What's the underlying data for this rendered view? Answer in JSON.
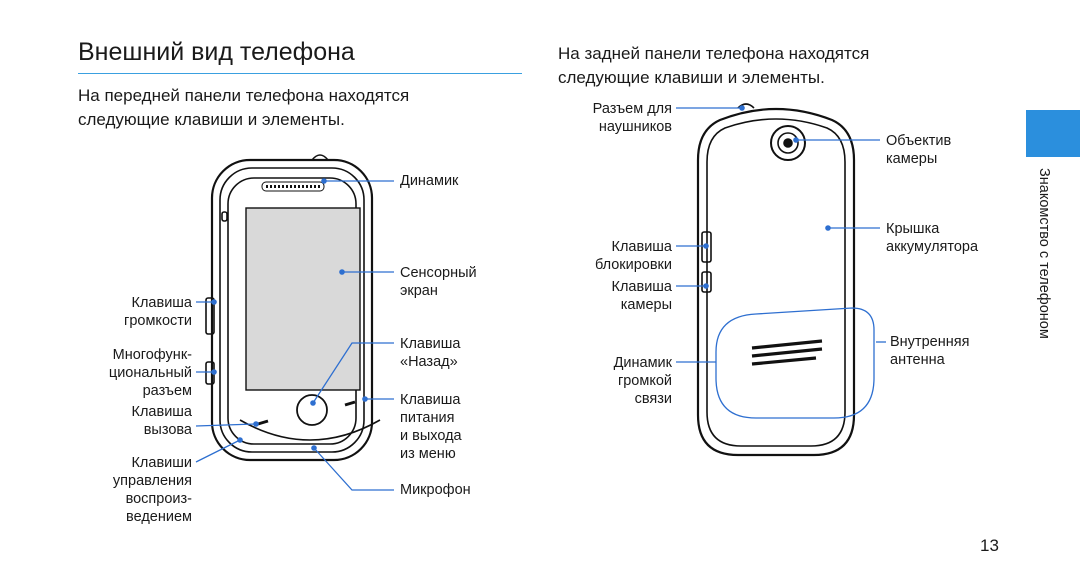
{
  "page": {
    "title": "Внешний вид телефона",
    "front_intro_1": "На передней панели телефона находятся",
    "front_intro_2": "следующие клавиши и элементы.",
    "back_intro_1": "На задней панели телефона находятся",
    "back_intro_2": "следующие клавиши и элементы.",
    "side_label": "Знакомство с телефоном",
    "page_number": "13"
  },
  "front_labels": {
    "speaker": "Динамик",
    "touchscreen_1": "Сенсорный",
    "touchscreen_2": "экран",
    "back_key_1": "Клавиша",
    "back_key_2": "«Назад»",
    "power_key_1": "Клавиша",
    "power_key_2": "питания",
    "power_key_3": "и выхода",
    "power_key_4": "из меню",
    "microphone": "Микрофон",
    "volume_key_1": "Клавиша",
    "volume_key_2": "громкости",
    "multi_port_1": "Многофунк-",
    "multi_port_2": "циональный",
    "multi_port_3": "разъем",
    "call_key_1": "Клавиша",
    "call_key_2": "вызова",
    "playback_keys_1": "Клавиши",
    "playback_keys_2": "управления",
    "playback_keys_3": "воспроиз-",
    "playback_keys_4": "ведением"
  },
  "back_labels": {
    "headset_jack_1": "Разъем для",
    "headset_jack_2": "наушников",
    "camera_lens_1": "Объектив",
    "camera_lens_2": "камеры",
    "battery_cover_1": "Крышка",
    "battery_cover_2": "аккумулятора",
    "lock_key_1": "Клавиша",
    "lock_key_2": "блокировки",
    "camera_key_1": "Клавиша",
    "camera_key_2": "камеры",
    "internal_antenna_1": "Внутренняя",
    "internal_antenna_2": "антенна",
    "loudspeaker_1": "Динамик",
    "loudspeaker_2": "громкой",
    "loudspeaker_3": "связи"
  },
  "colors": {
    "accent": "#2b8fdd",
    "rule": "#3aa0e0",
    "leader": "#2e6fd0"
  }
}
